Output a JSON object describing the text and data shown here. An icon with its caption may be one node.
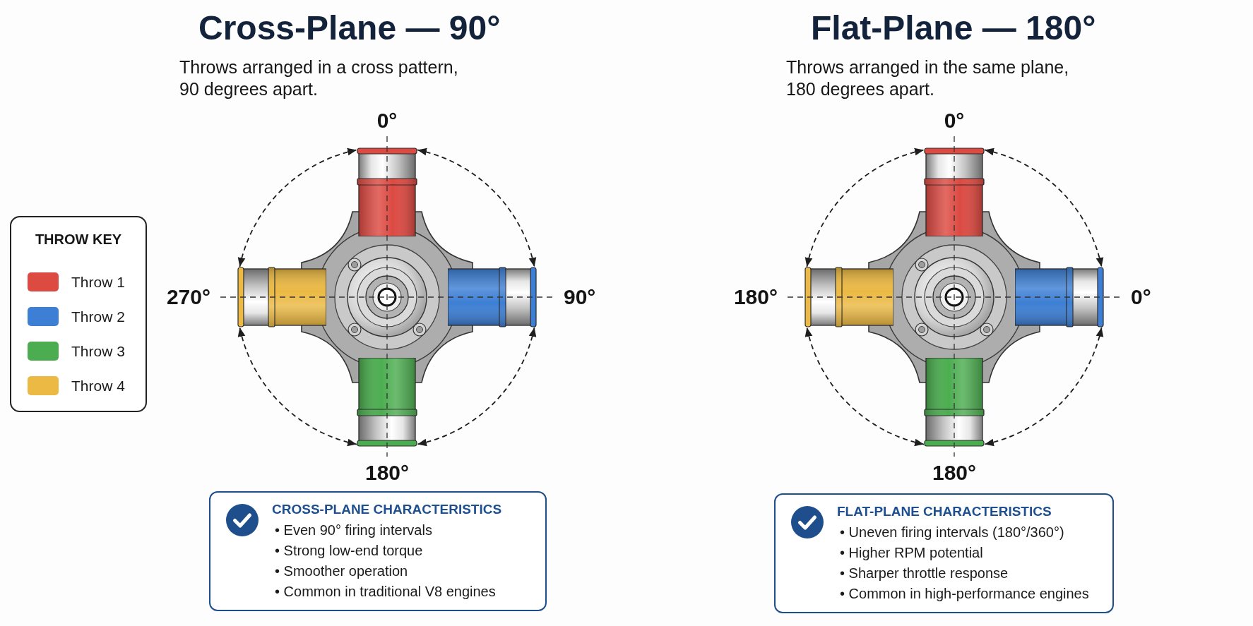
{
  "diagram": {
    "nodes": [
      {
        "text": [],
        "shape": "cylinder",
        "beside": [
          "0°"
        ]
      },
      {
        "text": [],
        "shape": "cylinder",
        "beside": [
          "270°"
        ]
      },
      {
        "text": [],
        "shape": "cylinder",
        "beside": [
          "90°"
        ]
      },
      {
        "text": [],
        "shape": "cylinder",
        "beside": [
          "180°"
        ]
      },
      {
        "text": [
          "CROSS-PLANE CHARACTERISTICS",
          "• Even 90° firing intervals",
          "• Strong low-end torque",
          "• Smoother operation",
          "• Common in traditional V8 engines"
        ]
      },
      {
        "text": [],
        "shape": "cylinder",
        "beside": [
          "0°"
        ]
      },
      {
        "text": [],
        "shape": "cylinder",
        "beside": [
          "180°"
        ]
      },
      {
        "text": [],
        "shape": "cylinder",
        "beside": [
          "0°"
        ]
      },
      {
        "text": [],
        "shape": "cylinder",
        "beside": [
          "180°"
        ]
      },
      {
        "text": [
          "FLAT-PLANE CHARACTERISTICS",
          "• Uneven firing intervals (180°/360°)",
          "• Higher RPM potential",
          "• Sharper throttle response",
          "• Common in high-performance engines"
        ]
      }
    ],
    "edges": [
      {
        "from": 1,
        "to": 0,
        "arrow": "both",
        "style": "dashed"
      },
      {
        "from": 0,
        "to": 2,
        "arrow": "both",
        "style": "dashed"
      },
      {
        "from": 2,
        "to": 3,
        "arrow": "both",
        "style": "dashed"
      },
      {
        "from": 3,
        "to": 1,
        "arrow": "both",
        "style": "dashed"
      },
      {
        "from": 6,
        "to": 5,
        "arrow": "both",
        "style": "dashed"
      },
      {
        "from": 5,
        "to": 7,
        "arrow": "both",
        "style": "dashed"
      },
      {
        "from": 7,
        "to": 8,
        "arrow": "both",
        "style": "dashed"
      },
      {
        "from": 8,
        "to": 6,
        "arrow": "both",
        "style": "dashed"
      }
    ],
    "labels": [
      "Cross-Plane — 90°",
      "Throws arranged in a cross pattern, 90 degrees apart.",
      "Flat-Plane — 180°",
      "Throws arranged in the same plane, 180 degrees apart.",
      "THROW KEY"
    ],
    "legend": [
      {
        "text": "Throw 1",
        "color": "#dc4a42"
      },
      {
        "text": "Throw 2",
        "color": "#3d7fd4"
      },
      {
        "text": "Throw 3",
        "color": "#4cad50"
      },
      {
        "text": "Throw 4",
        "color": "#ebb944"
      }
    ]
  }
}
